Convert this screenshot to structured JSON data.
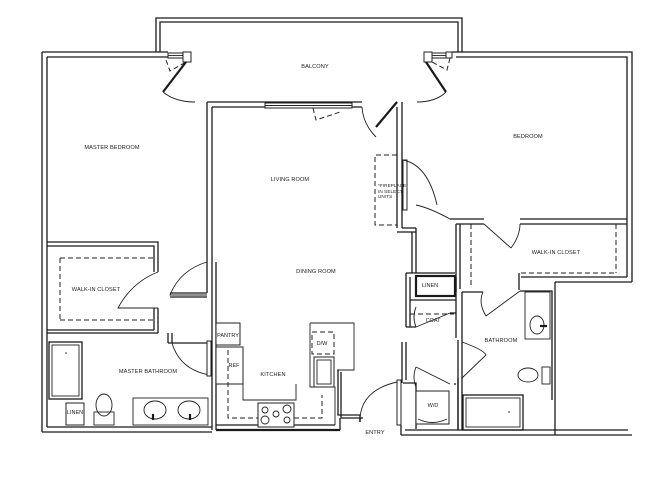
{
  "floorplan": {
    "rooms": {
      "balcony": "BALCONY",
      "master_bedroom": "MASTER BEDROOM",
      "living_room": "LIVING ROOM",
      "dining_room": "DINING ROOM",
      "bedroom": "BEDROOM",
      "walk_in_closet_master": "WALK-IN CLOSET",
      "walk_in_closet_bedroom": "WALK-IN CLOSET",
      "master_bathroom": "MASTER BATHROOM",
      "kitchen": "KITCHEN",
      "bathroom": "BATHROOM",
      "entry": "ENTRY"
    },
    "fixtures": {
      "pantry": "PANTRY",
      "ref": "REF",
      "dw": "D/W",
      "linen_master": "LINEN",
      "linen_hall": "LINEN",
      "coat": "COAT",
      "wd": "W/D"
    },
    "notes": {
      "fireplace": "*FIREPLACE\nIN SELECT\nUNITS"
    },
    "colors": {
      "wall": "#1a1a1a",
      "background": "#ffffff"
    }
  }
}
